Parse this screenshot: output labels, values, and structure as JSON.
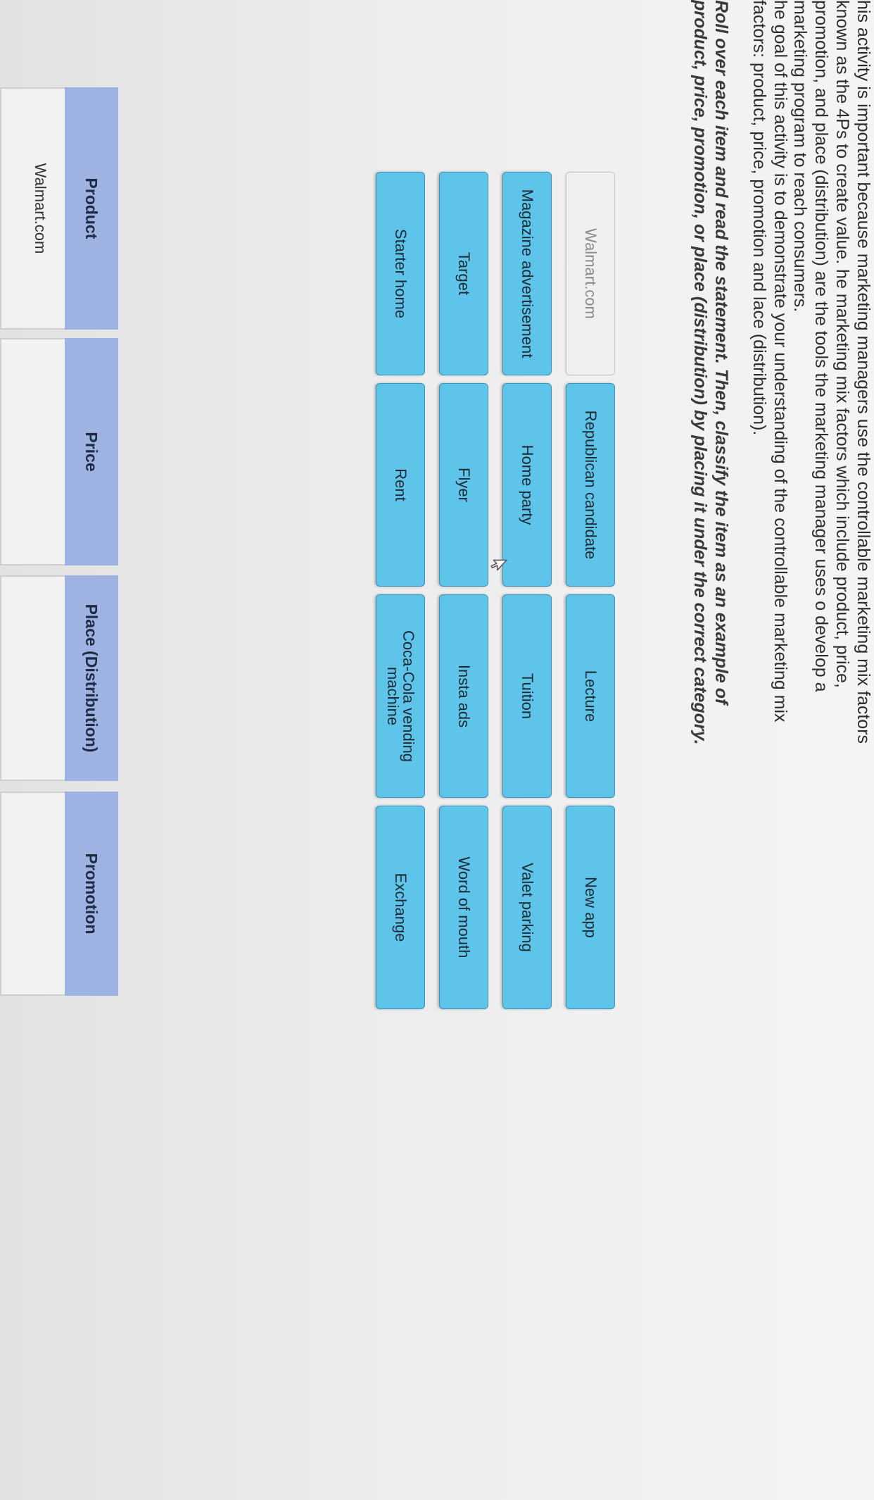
{
  "instructions": {
    "paragraph_1": "his activity is important because marketing managers use the controllable marketing mix factors known as the 4Ps to create value. he marketing mix factors which include product, price, promotion, and place (distribution) are the tools the marketing manager uses o develop a marketing program to reach consumers.",
    "paragraph_2": "he goal of this activity is to demonstrate your understanding of the controllable marketing mix factors: product, price, promotion and lace (distribution).",
    "paragraph_3": "Roll over each item and read the statement. Then, classify the item as an example of product, price, promotion, or place (distribution) by placing it under the correct category."
  },
  "items": [
    {
      "label": "Walmart.com",
      "placed": true
    },
    {
      "label": "Republican candidate",
      "placed": false
    },
    {
      "label": "Lecture",
      "placed": false
    },
    {
      "label": "New app",
      "placed": false
    },
    {
      "label": "Magazine advertisement",
      "placed": false
    },
    {
      "label": "Home party",
      "placed": false
    },
    {
      "label": "Tuition",
      "placed": false
    },
    {
      "label": "Valet parking",
      "placed": false
    },
    {
      "label": "Target",
      "placed": false
    },
    {
      "label": "Flyer",
      "placed": false
    },
    {
      "label": "Insta ads",
      "placed": false
    },
    {
      "label": "Word of mouth",
      "placed": false
    },
    {
      "label": "Starter home",
      "placed": false
    },
    {
      "label": "Rent",
      "placed": false
    },
    {
      "label": "Coca-Cola vending machine",
      "placed": false
    },
    {
      "label": "Exchange",
      "placed": false
    }
  ],
  "categories": [
    {
      "label": "Product",
      "placed_item": "Walmart.com"
    },
    {
      "label": "Price",
      "placed_item": ""
    },
    {
      "label": "Place (Distribution)",
      "placed_item": ""
    },
    {
      "label": "Promotion",
      "placed_item": ""
    }
  ],
  "colors": {
    "chip": "#5fc4ea",
    "chip_border": "#3f93b8",
    "chip_faded": "#f0f0f0",
    "category_header": "#9fb3e3"
  },
  "icons": {
    "cursor": "mouse-pointer-icon"
  }
}
